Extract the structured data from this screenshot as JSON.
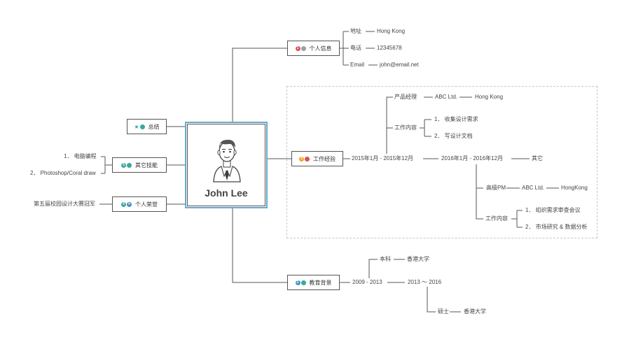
{
  "center": {
    "name": "John Lee"
  },
  "colors": {
    "line": "#555555",
    "accent": "#6aa9c9",
    "red": "#d9534f",
    "gray": "#9aa0a6",
    "orange": "#f0a030",
    "teal": "#3aa7a0",
    "blue": "#4a90c8"
  },
  "branches": {
    "personal_info": {
      "label": "个人信息",
      "items": [
        {
          "key": "地址",
          "value": "Hong Kong"
        },
        {
          "key": "电话",
          "value": "12345678"
        },
        {
          "key": "Email",
          "value": "john@email.net"
        }
      ]
    },
    "summary": {
      "label": "总结"
    },
    "skills": {
      "label": "其它技能",
      "items": [
        "1． 电脑编程",
        "2． Photoshop/Coral draw"
      ]
    },
    "honors": {
      "label": "个人荣誉",
      "items": [
        "第五届校园设计大赛冠军"
      ]
    },
    "work": {
      "label": "工作经验",
      "period1": "2015年1月 - 2015年12月",
      "period1_role_key": "产品经理",
      "period1_company": "ABC Ltd.",
      "period1_location": "Hong Kong",
      "period1_content_key": "工作内容",
      "period1_tasks": [
        "1． 收集设计需求",
        "2． 写设计文档"
      ],
      "period2": "2016年1月 - 2016年12月",
      "other": "其它",
      "period2_role_key": "高级PM",
      "period2_company": "ABC Ltd.",
      "period2_location": "HongKong",
      "period2_content_key": "工作内容",
      "period2_tasks": [
        "1． 组织需求审查会议",
        "2． 市场研究 & 数据分析"
      ]
    },
    "education": {
      "label": "教育背景",
      "period1": "2009 - 2013",
      "degree1_key": "本科",
      "degree1_school": "香港大学",
      "period2": "2013 ～ 2016",
      "degree2_key": "硕士",
      "degree2_school": "香港大学"
    }
  },
  "icons": {
    "personal_info": [
      "red-number-icon",
      "gray-circle-icon"
    ],
    "summary": [
      "star-icon",
      "teal-circle-icon"
    ],
    "skills": [
      "teal-number-icon",
      "teal-circle-icon"
    ],
    "honors": [
      "teal-number-icon",
      "heart-icon"
    ],
    "work": [
      "orange-number-icon",
      "red-circle-icon"
    ],
    "education": [
      "blue-number-icon",
      "teal-circle-icon"
    ]
  }
}
